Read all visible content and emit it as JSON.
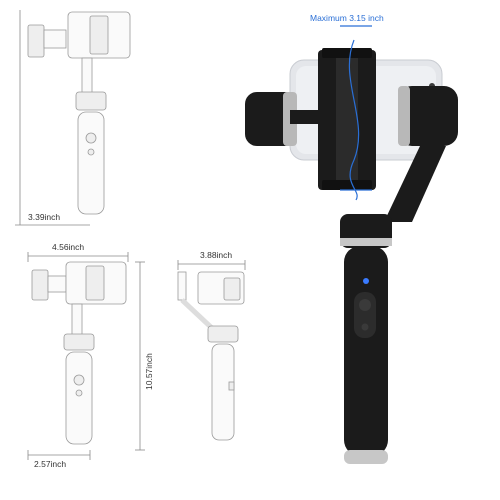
{
  "dimensions": {
    "width_top": "3.39inch",
    "width_front": "4.56inch",
    "width_side": "3.88inch",
    "height": "10.57inch",
    "base_width": "2.57inch"
  },
  "callout": {
    "max_phone_width": "Maximum 3.15 inch",
    "color": "#2a6fd6"
  },
  "product": {
    "body_color": "#1b1b1b",
    "indicator_color": "#3a7bff",
    "icon_name": "gimbal-stabilizer-photo"
  }
}
